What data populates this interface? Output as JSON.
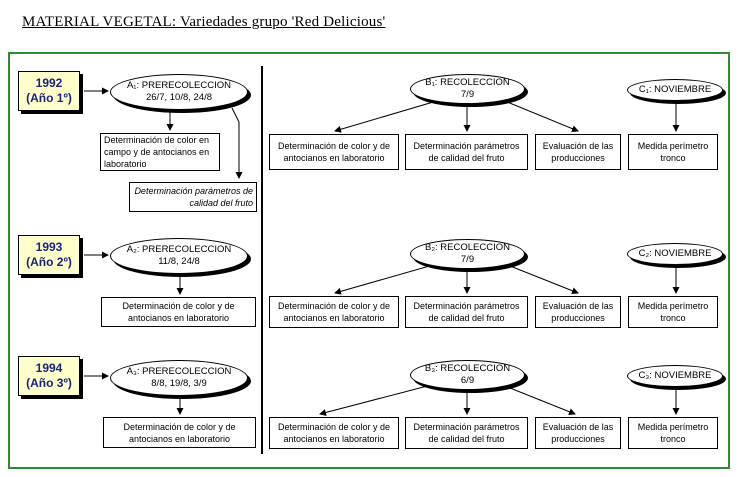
{
  "title": "MATERIAL VEGETAL: Variedades grupo 'Red Delicious'",
  "rows": [
    {
      "year": "1992",
      "year_label": "(Año 1º)",
      "pre_title": "A₁: PRERECOLECCION",
      "pre_dates": "26/7, 10/8, 24/8",
      "left_boxes": [
        "Determinación de color en campo y de antocianos en laboratorio",
        "Determinación parámetros de calidad del fruto"
      ],
      "rec_title": "B₁: RECOLECCION",
      "rec_date": "7/9",
      "nov_title": "C₁: NOVIEMBRE"
    },
    {
      "year": "1993",
      "year_label": "(Año 2º)",
      "pre_title": "A₂: PRERECOLECCION",
      "pre_dates": "11/8, 24/8",
      "left_boxes": [
        "Determinación de color y de antocianos en laboratorio"
      ],
      "rec_title": "B₂: RECOLECCION",
      "rec_date": "7/9",
      "nov_title": "C₂: NOVIEMBRE"
    },
    {
      "year": "1994",
      "year_label": "(Año 3º)",
      "pre_title": "A₃: PRERECOLECCION",
      "pre_dates": "8/8, 19/8, 3/9",
      "left_boxes": [
        "Determinación de color y de antocianos en laboratorio"
      ],
      "rec_title": "B₃: RECOLECCION",
      "rec_date": "6/9",
      "nov_title": "C₃: NOVIEMBRE"
    }
  ],
  "right_boxes": [
    "Determinación de color y de antocianos en laboratorio",
    "Determinación parámetros de calidad del fruto",
    "Evaluación de las producciones",
    "Medida perímetro tronco"
  ]
}
